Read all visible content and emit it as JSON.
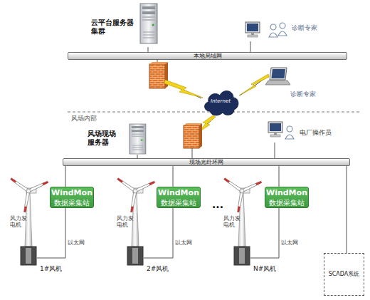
{
  "diagram": {
    "nodes": [
      {
        "text": [
          "云平台服务器集群"
        ]
      },
      {
        "text": [
          "诊断专家"
        ]
      },
      {
        "text": [
          "本地局域网"
        ]
      },
      {
        "text": [
          "Internet"
        ]
      },
      {
        "text": [
          "诊断专家"
        ]
      },
      {
        "text": [
          "风场现场服务器"
        ]
      },
      {
        "text": [
          "电厂操作员"
        ]
      },
      {
        "text": [
          "现场光纤环网"
        ]
      },
      {
        "text": [
          "风力发电机",
          "1#风机"
        ]
      },
      {
        "text": [
          "WindMon",
          "数据采集站"
        ]
      },
      {
        "text": [
          "风力发电机",
          "2#风机"
        ]
      },
      {
        "text": [
          "WindMon",
          "数据采集站"
        ]
      },
      {
        "text": [
          "风力发电机",
          "N#风机"
        ]
      },
      {
        "text": [
          "WindMon",
          "数据采集站"
        ]
      },
      {
        "text": [
          "SCADA系统"
        ]
      }
    ],
    "edges": [
      {
        "from": 0,
        "to": 2,
        "arrow": "none"
      },
      {
        "from": 1,
        "to": 2,
        "arrow": "none"
      },
      {
        "from": 2,
        "to": 3,
        "arrow": "none"
      },
      {
        "from": 4,
        "to": 3,
        "arrow": "none"
      },
      {
        "from": 3,
        "to": 7,
        "arrow": "none"
      },
      {
        "from": 5,
        "to": 7,
        "arrow": "none"
      },
      {
        "from": 6,
        "to": 7,
        "arrow": "none"
      },
      {
        "from": 8,
        "to": 7,
        "label": "以太网",
        "arrow": "none"
      },
      {
        "from": 10,
        "to": 7,
        "label": "以太网",
        "arrow": "none"
      },
      {
        "from": 12,
        "to": 7,
        "label": "以太网",
        "arrow": "none"
      },
      {
        "from": 14,
        "to": 7,
        "arrow": "none"
      }
    ],
    "labels": [
      "风场内部",
      "..."
    ]
  }
}
